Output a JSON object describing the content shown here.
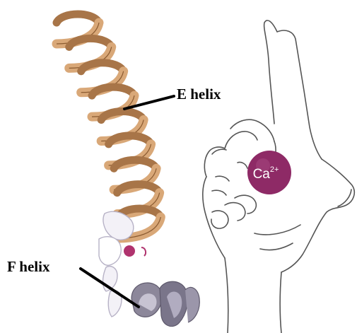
{
  "labels": {
    "e_helix": "E helix",
    "f_helix": "F helix",
    "ion_base": "Ca",
    "ion_charge": "2+"
  },
  "colors": {
    "e_helix_fill": "#d9a878",
    "e_helix_shadow": "#a87548",
    "f_helix_fill": "#8c879a",
    "ion_fill": "#8e2a66",
    "loop_fill": "#f2f0f6",
    "hand_stroke": "#555555"
  }
}
